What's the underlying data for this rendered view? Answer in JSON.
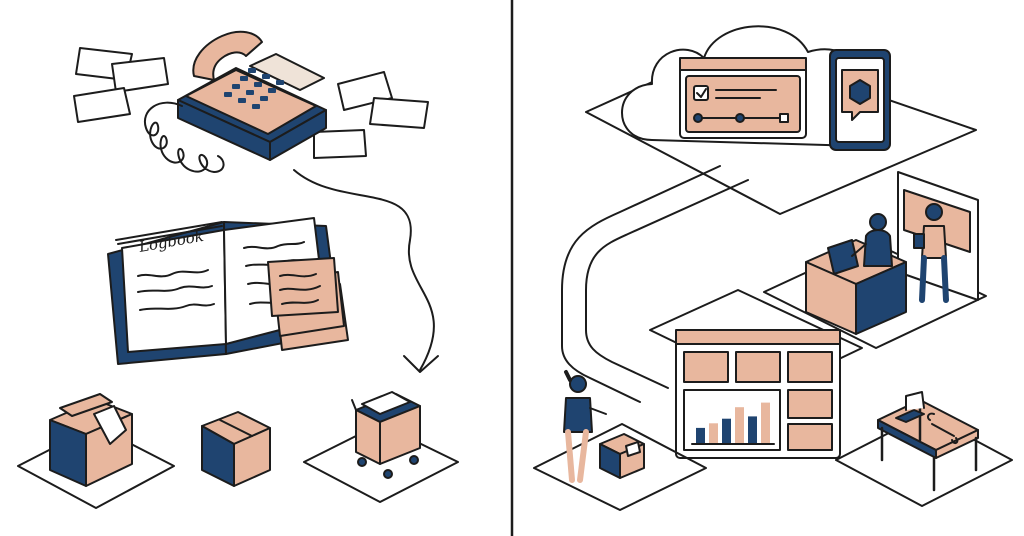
{
  "logbook": {
    "title": "Logbook"
  },
  "colors": {
    "ink": "#1c1c1c",
    "peach": "#e8b79e",
    "navy": "#1f4470",
    "paper": "#ffffff",
    "screen": "#efe3d8"
  },
  "bar_chart": {
    "values": [
      0.35,
      0.45,
      0.55,
      0.8,
      0.6,
      0.9
    ]
  },
  "icons": [
    "telephone-icon",
    "sticky-note-icon",
    "logbook-icon",
    "box-icon",
    "cart-icon",
    "cloud-icon",
    "smartphone-icon",
    "dashboard-icon",
    "desk-icon",
    "person-icon",
    "laptop-icon",
    "wrench-icon",
    "arrow-icon"
  ]
}
